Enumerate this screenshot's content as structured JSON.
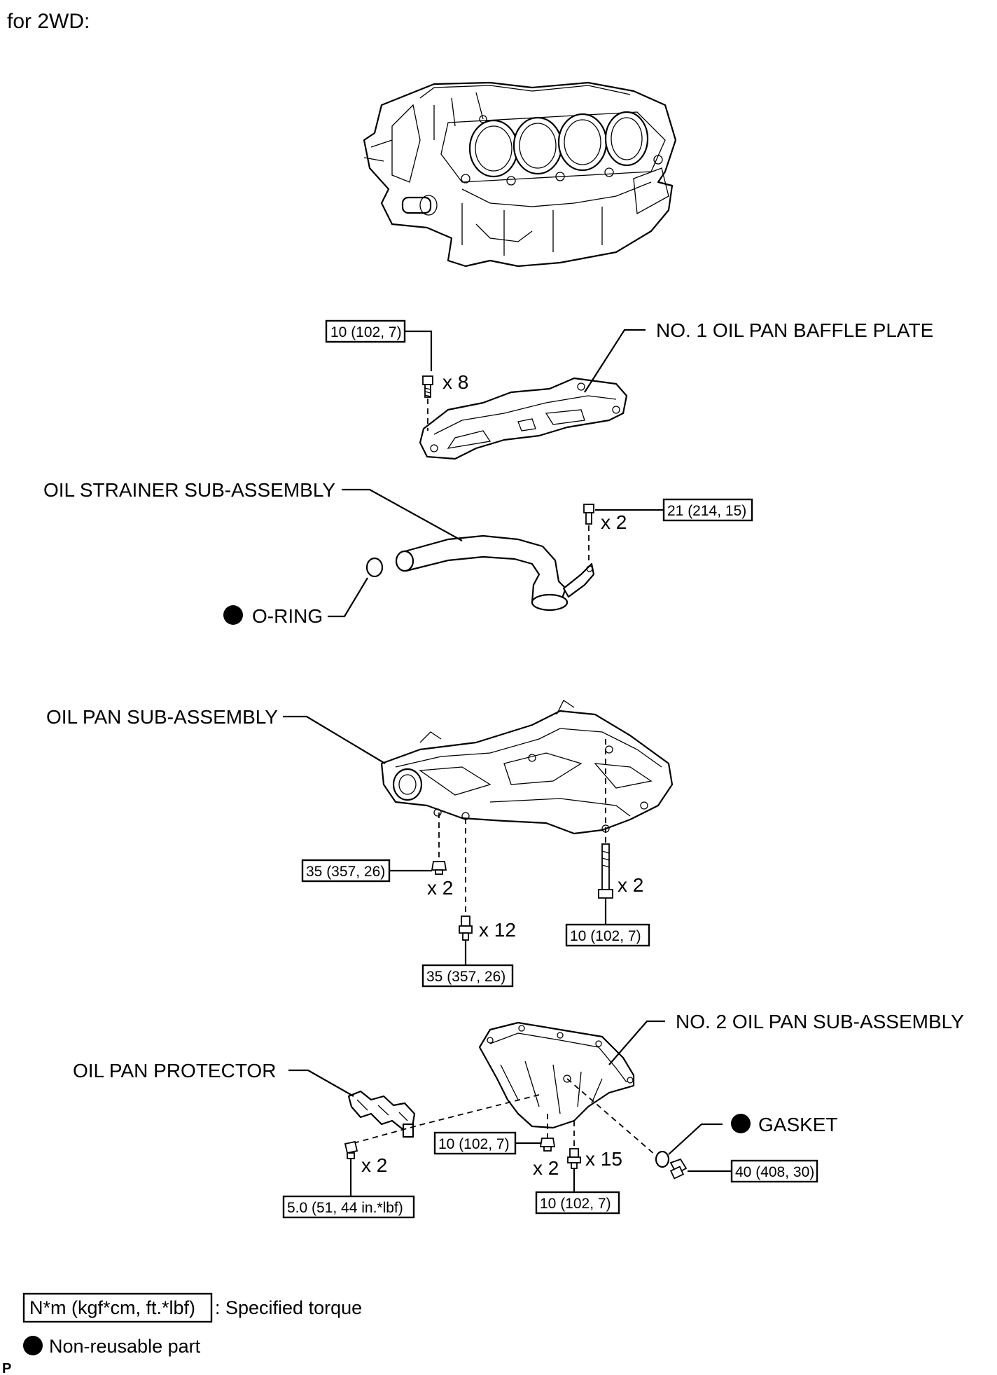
{
  "header": {
    "caption": "for 2WD:"
  },
  "parts": {
    "baffle_plate": "NO. 1 OIL PAN BAFFLE PLATE",
    "oil_strainer": "OIL STRAINER SUB-ASSEMBLY",
    "o_ring": "O-RING",
    "oil_pan": "OIL PAN SUB-ASSEMBLY",
    "no2_oil_pan": "NO. 2 OIL PAN SUB-ASSEMBLY",
    "protector": "OIL PAN PROTECTOR",
    "gasket": "GASKET"
  },
  "torques": {
    "baffle_bolt": "10 (102, 7)",
    "strainer_bolt": "21 (214, 15)",
    "pan_nut": "35 (357, 26)",
    "pan_bolt": "35 (357, 26)",
    "pan_stud": "10 (102, 7)",
    "no2_nut": "10 (102, 7)",
    "no2_bolt": "10 (102, 7)",
    "drain_plug": "40 (408, 30)",
    "protector_bolt": "5.0 (51, 44 in.*lbf)"
  },
  "counts": {
    "baffle_bolt": "x 8",
    "strainer_bolt": "x 2",
    "pan_nut": "x 2",
    "pan_bolt": "x 12",
    "pan_stud": "x 2",
    "no2_nut": "x 2",
    "no2_bolt": "x 15",
    "protector_bolt": "x 2"
  },
  "legend": {
    "torque_box": "N*m (kgf*cm, ft.*lbf)",
    "torque_text": ": Specified torque",
    "non_reusable": "Non-reusable part"
  },
  "footer_mark": "P"
}
